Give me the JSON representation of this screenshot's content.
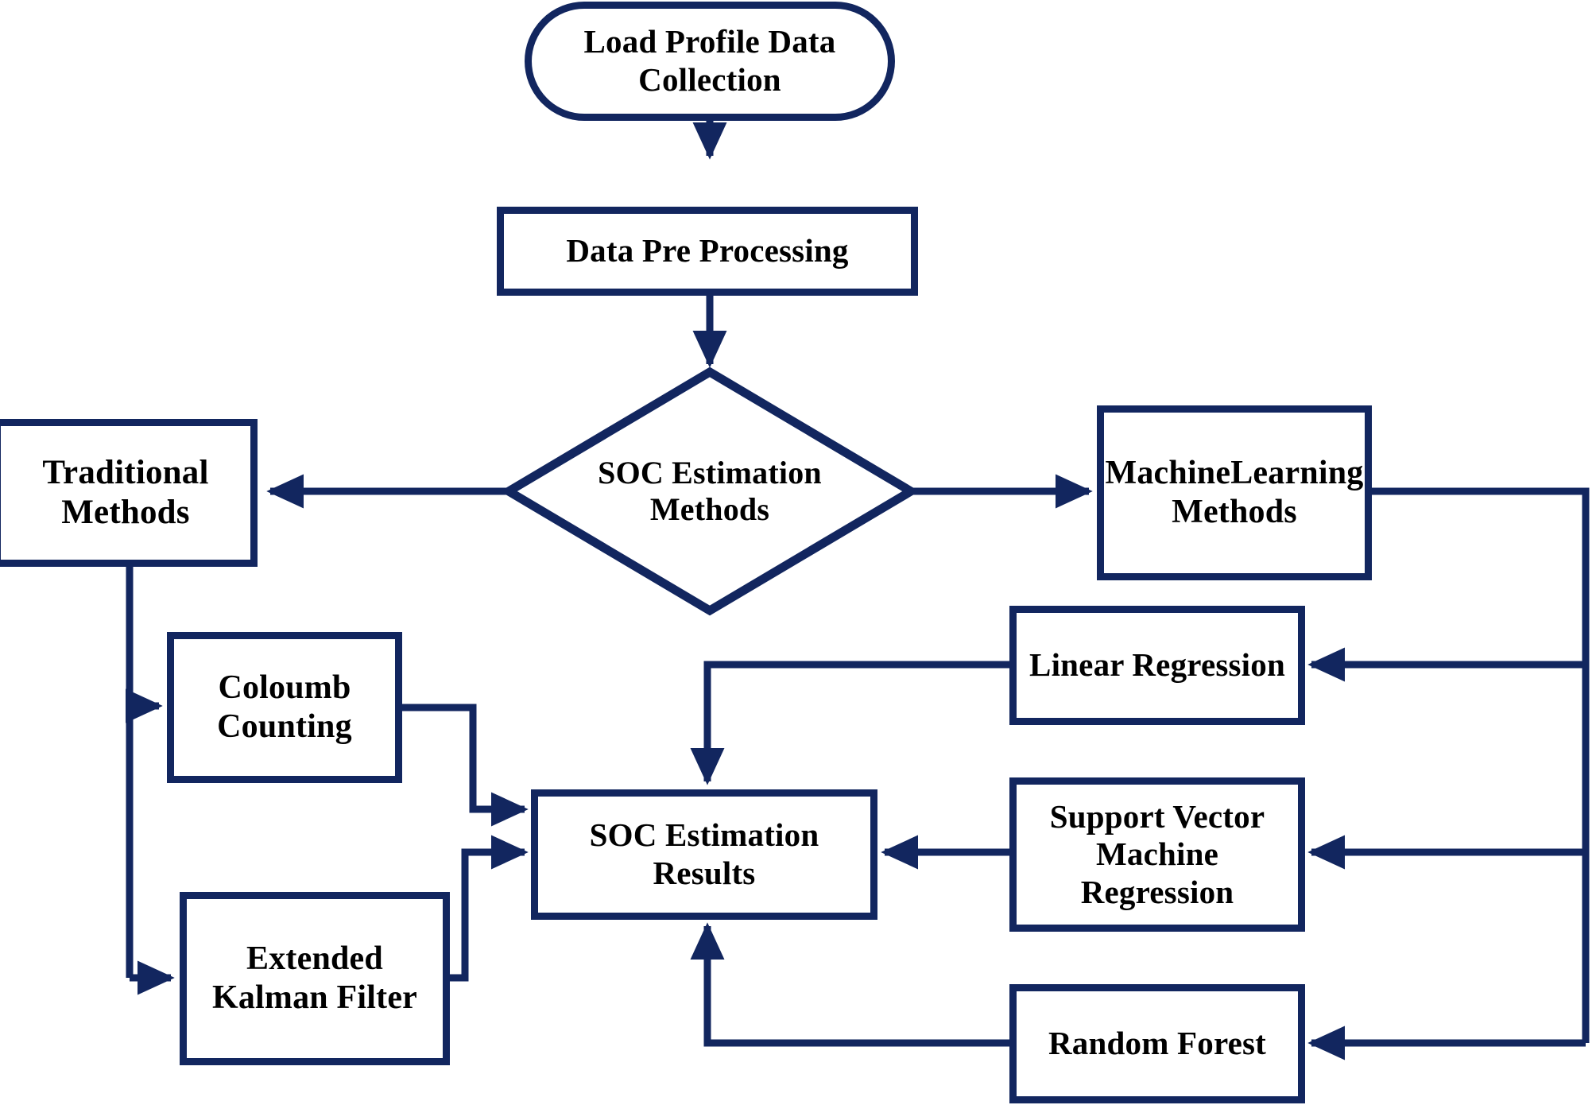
{
  "diagram": {
    "title": "SOC Estimation Methods Flowchart",
    "colors": {
      "stroke": "#12265f",
      "text": "#000000",
      "background": "#ffffff"
    },
    "nodes": [
      {
        "id": "load-profile-data-collection",
        "shape": "terminal",
        "label": "Load Profile Data\nCollection"
      },
      {
        "id": "data-pre-processing",
        "shape": "rect",
        "label": "Data Pre Processing"
      },
      {
        "id": "soc-estimation-methods",
        "shape": "decision",
        "label": "SOC Estimation\nMethods"
      },
      {
        "id": "traditional-methods",
        "shape": "rect",
        "label": "Traditional\nMethods"
      },
      {
        "id": "machine-learning-methods",
        "shape": "rect",
        "label": "MachineLearning\nMethods"
      },
      {
        "id": "coloumb-counting",
        "shape": "rect",
        "label": "Coloumb\nCounting"
      },
      {
        "id": "extended-kalman-filter",
        "shape": "rect",
        "label": "Extended\nKalman Filter"
      },
      {
        "id": "soc-estimation-results",
        "shape": "rect",
        "label": "SOC Estimation\nResults"
      },
      {
        "id": "linear-regression",
        "shape": "rect",
        "label": "Linear Regression"
      },
      {
        "id": "support-vector-machine-regression",
        "shape": "rect",
        "label": "Support Vector Machine\nRegression"
      },
      {
        "id": "random-forest",
        "shape": "rect",
        "label": "Random Forest"
      }
    ],
    "edges": [
      {
        "from": "load-profile-data-collection",
        "to": "data-pre-processing",
        "arrow": true
      },
      {
        "from": "data-pre-processing",
        "to": "soc-estimation-methods",
        "arrow": true
      },
      {
        "from": "soc-estimation-methods",
        "to": "traditional-methods",
        "arrow": true
      },
      {
        "from": "soc-estimation-methods",
        "to": "machine-learning-methods",
        "arrow": true
      },
      {
        "from": "traditional-methods",
        "to": "coloumb-counting",
        "arrow": true
      },
      {
        "from": "traditional-methods",
        "to": "extended-kalman-filter",
        "arrow": true
      },
      {
        "from": "coloumb-counting",
        "to": "soc-estimation-results",
        "arrow": true
      },
      {
        "from": "extended-kalman-filter",
        "to": "soc-estimation-results",
        "arrow": true
      },
      {
        "from": "machine-learning-methods",
        "to": "linear-regression",
        "arrow": true
      },
      {
        "from": "machine-learning-methods",
        "to": "support-vector-machine-regression",
        "arrow": true
      },
      {
        "from": "machine-learning-methods",
        "to": "random-forest",
        "arrow": true
      },
      {
        "from": "linear-regression",
        "to": "soc-estimation-results",
        "arrow": true
      },
      {
        "from": "support-vector-machine-regression",
        "to": "soc-estimation-results",
        "arrow": true
      },
      {
        "from": "random-forest",
        "to": "soc-estimation-results",
        "arrow": true
      }
    ]
  }
}
